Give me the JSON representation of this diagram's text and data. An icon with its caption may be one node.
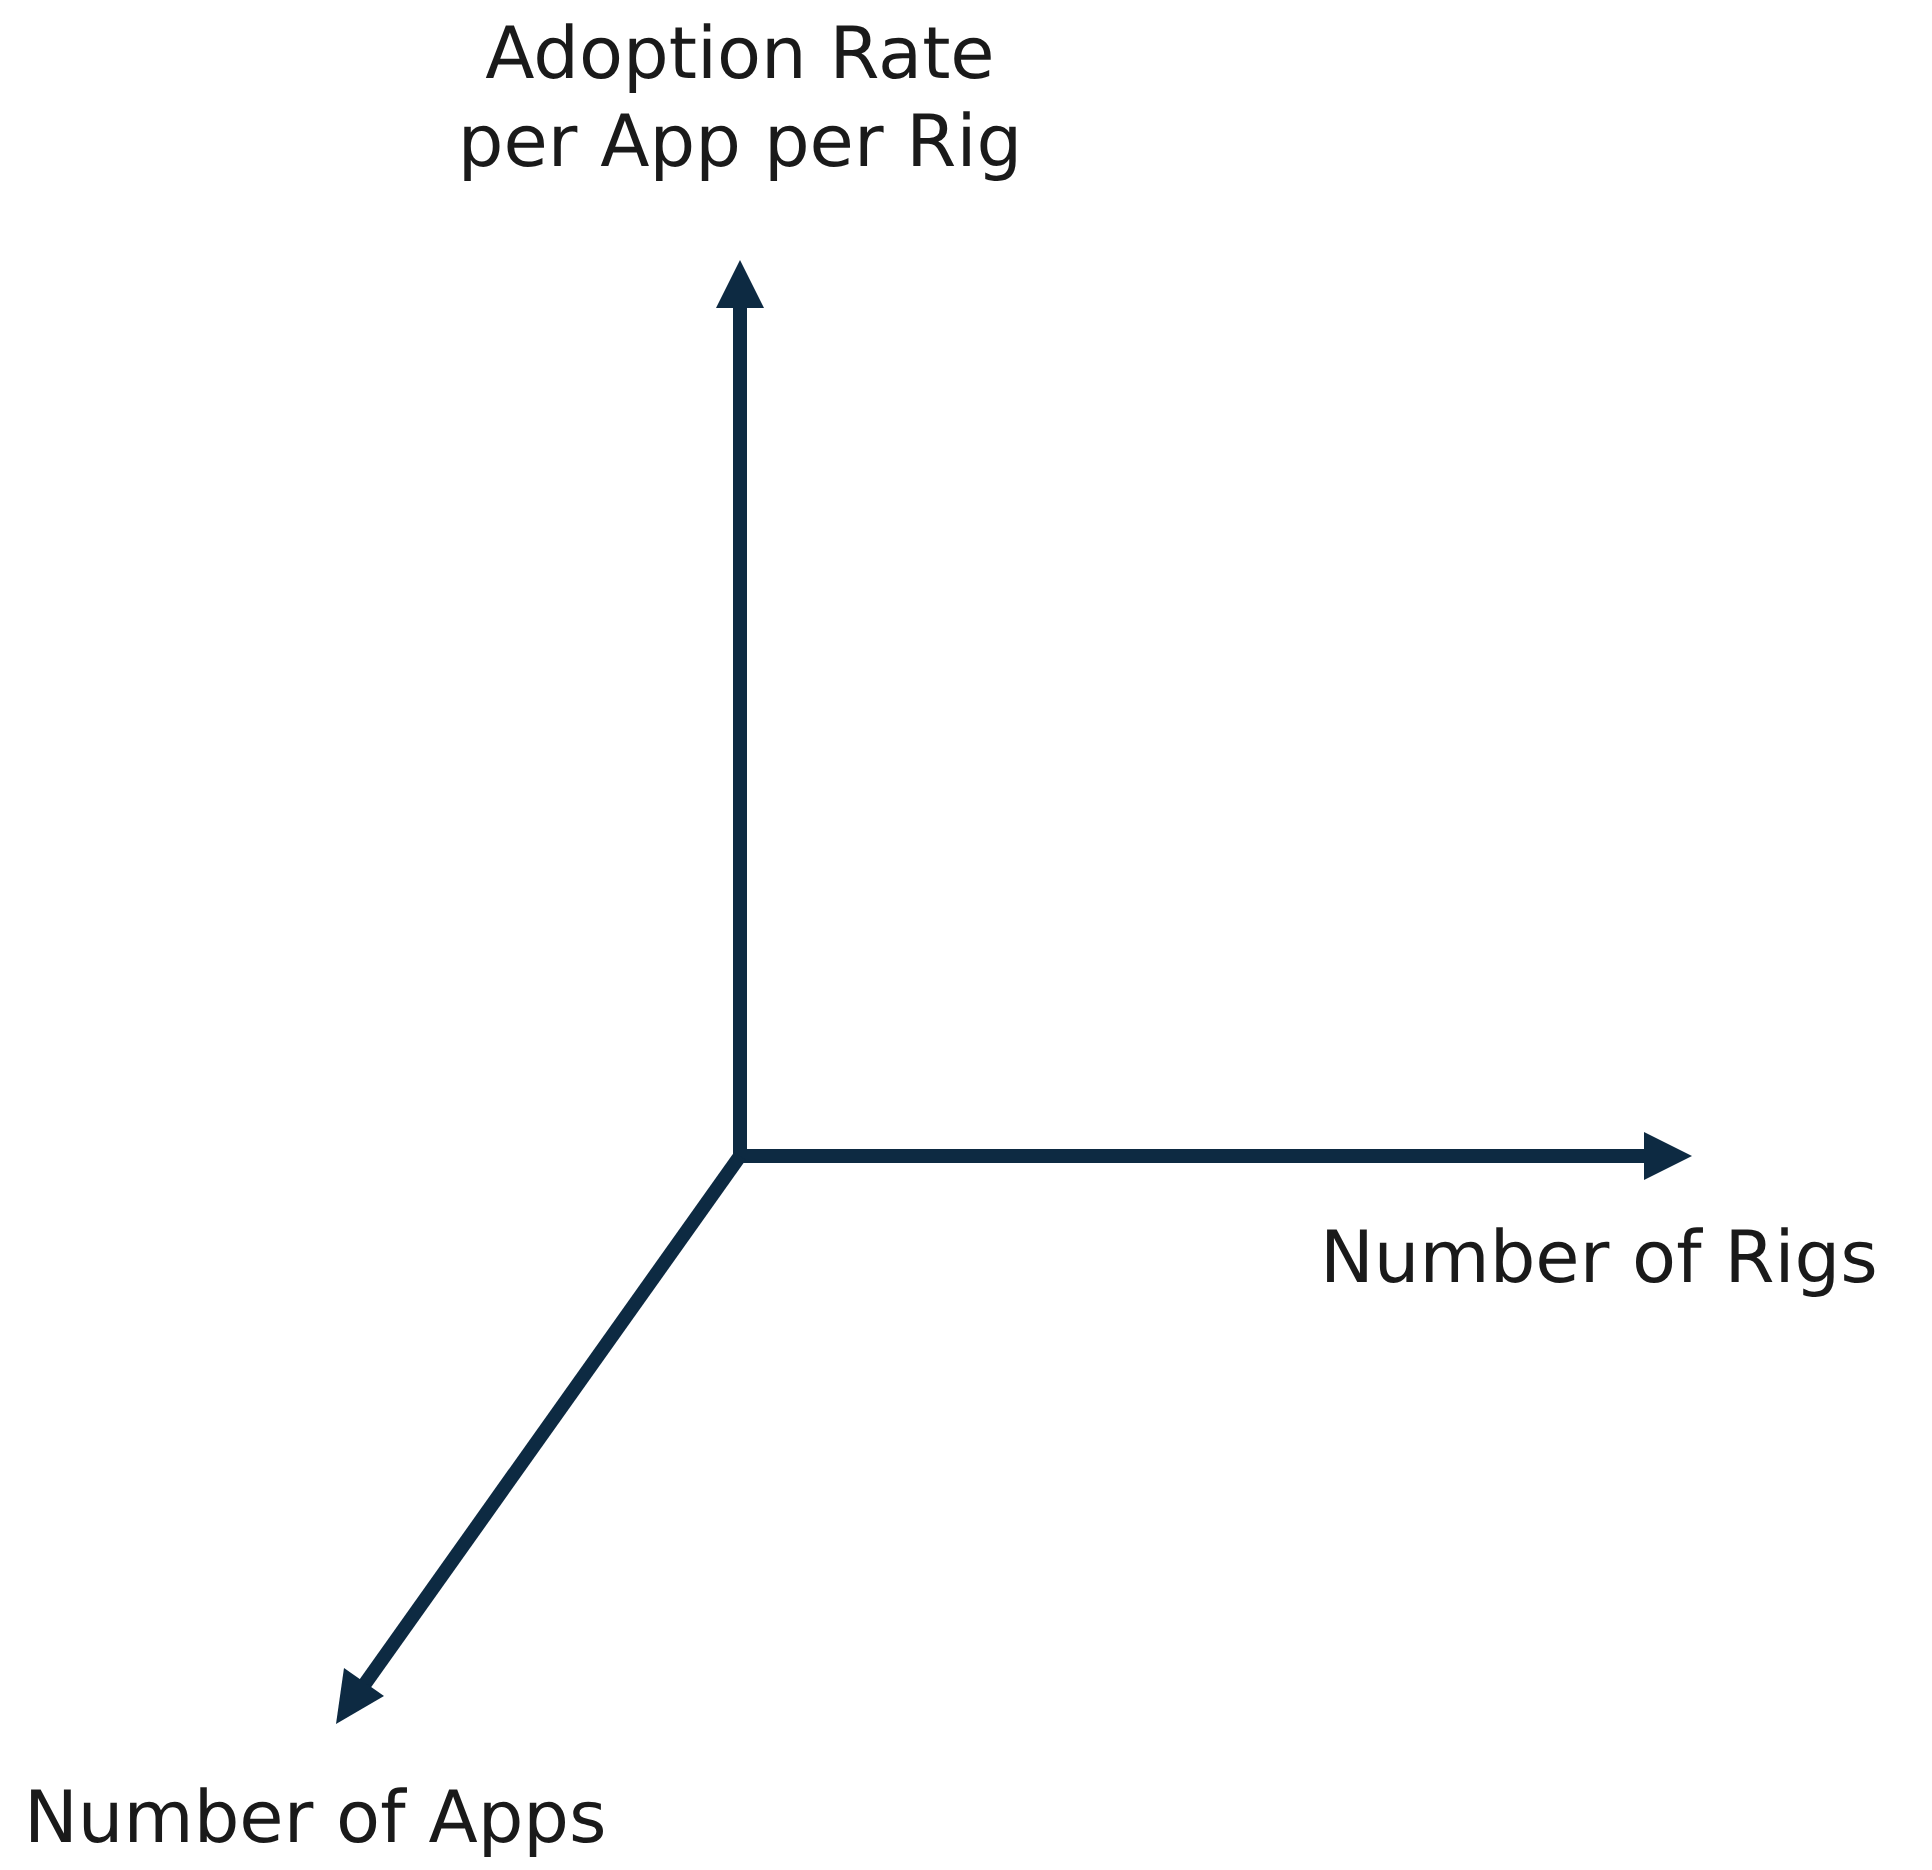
{
  "diagram": {
    "labels": [
      "Adoption Rate per App per Rig",
      "Number of Rigs",
      "Number of Apps"
    ]
  }
}
